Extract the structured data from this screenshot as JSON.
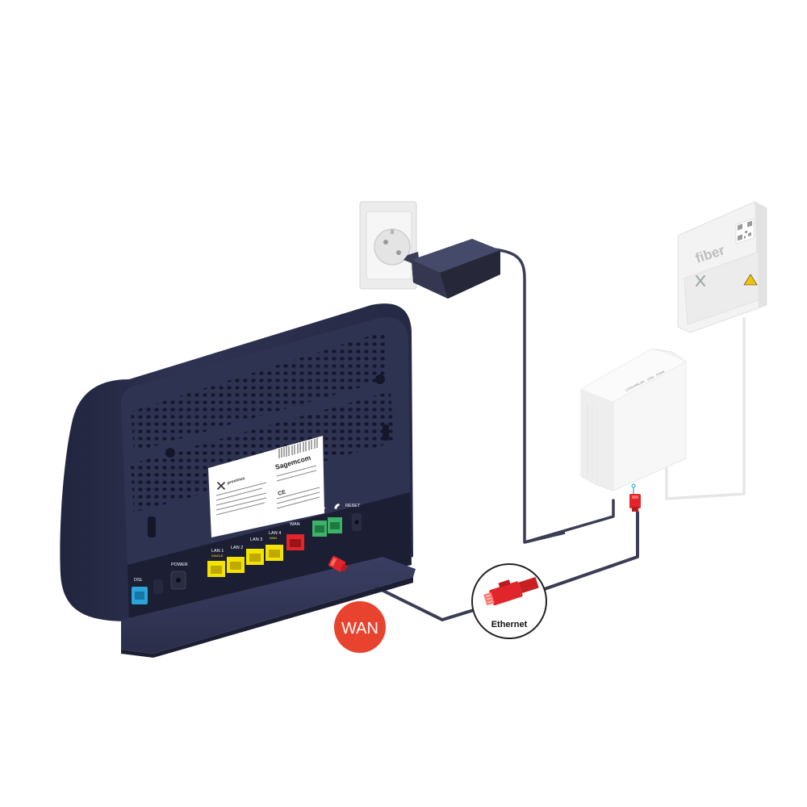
{
  "router": {
    "brand_label": "Sagemcom",
    "operator_label": "proximus",
    "ports": {
      "dsl": "DSL",
      "power": "POWER",
      "lan1": "LAN 1",
      "lan1_sub": "SINGLE",
      "lan2": "LAN 2",
      "lan3": "LAN 3",
      "lan4": "LAN 4",
      "lan4_sub": "WAN",
      "wan": "WAN",
      "reset": "RESET"
    }
  },
  "fiber_box": {
    "brand": "fiber"
  },
  "ont": {
    "indicators": [
      "LOS/LINK",
      "LAN",
      "PON",
      "Power"
    ]
  },
  "callouts": {
    "wan_badge": "WAN",
    "ethernet_label": "Ethernet"
  },
  "colors": {
    "router_body": "#2b2e4a",
    "router_dark": "#1c1e33",
    "wan_badge": "#e8432e",
    "ethernet_plug": "#e0262a",
    "lan_port": "#f2e300",
    "phone_port": "#3fb26a",
    "dsl_port": "#2aa4d9",
    "cable": "#3a3d55"
  }
}
